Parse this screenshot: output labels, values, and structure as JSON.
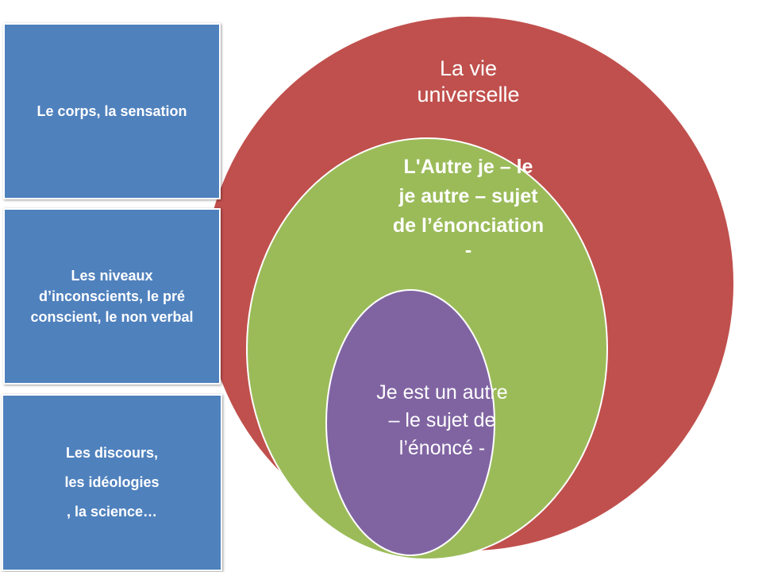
{
  "colors": {
    "outer": "#C0504D",
    "middle": "#9BBB59",
    "inner": "#8064A2",
    "box": "#4F81BD"
  },
  "circles": {
    "outer": {
      "lines": [
        "La vie",
        "universelle"
      ]
    },
    "middle": {
      "lines": [
        "L'Autre  je – le",
        "je autre – sujet",
        "de l’énonciation",
        "-"
      ]
    },
    "inner": {
      "lines": [
        "Je est un autre",
        "– le sujet de",
        "l’énoncé -"
      ]
    }
  },
  "boxes": [
    {
      "lines": [
        "Le corps, la sensation"
      ]
    },
    {
      "lines": [
        "Les niveaux",
        "d’inconscients, le pré",
        "conscient, le non verbal"
      ]
    },
    {
      "lines": [
        "Les discours,",
        "les idéologies",
        ", la science…"
      ]
    }
  ]
}
